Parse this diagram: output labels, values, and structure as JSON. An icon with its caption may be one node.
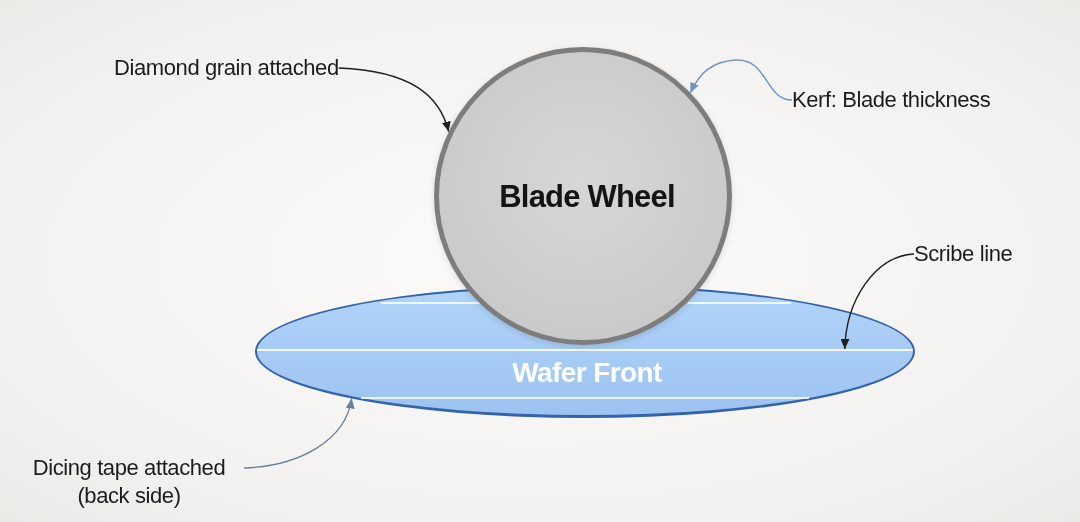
{
  "diagram": {
    "nodes": [
      {
        "text": [
          "Diamond grain attached"
        ]
      },
      {
        "text": [
          "Kerf: Blade thickness"
        ]
      },
      {
        "text": [
          "Blade Wheel"
        ]
      },
      {
        "text": [
          "Scribe line"
        ]
      },
      {
        "text": [
          "Wafer Front"
        ]
      },
      {
        "text": [],
        "shape": "line",
        "in": 4
      },
      {
        "text": [
          "Dicing tape attached (back side)"
        ]
      }
    ],
    "edges": [
      {
        "from": 0,
        "to": 2,
        "arrow": "to"
      },
      {
        "from": 1,
        "to": 2,
        "arrow": "to",
        "color": "#6a92cc"
      },
      {
        "from": 3,
        "to": 5,
        "arrow": "to"
      },
      {
        "from": 6,
        "to": 4,
        "arrow": "to",
        "color": "#6b7f99"
      }
    ]
  }
}
